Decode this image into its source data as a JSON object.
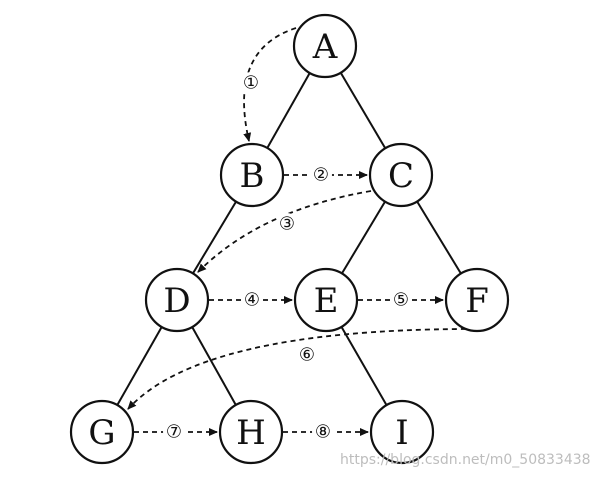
{
  "nodes": [
    {
      "id": "A",
      "label": "A"
    },
    {
      "id": "B",
      "label": "B"
    },
    {
      "id": "C",
      "label": "C"
    },
    {
      "id": "D",
      "label": "D"
    },
    {
      "id": "E",
      "label": "E"
    },
    {
      "id": "F",
      "label": "F"
    },
    {
      "id": "G",
      "label": "G"
    },
    {
      "id": "H",
      "label": "H"
    },
    {
      "id": "I",
      "label": "I"
    }
  ],
  "edges": [
    {
      "from": "A",
      "to": "B"
    },
    {
      "from": "A",
      "to": "C"
    },
    {
      "from": "B",
      "to": "D"
    },
    {
      "from": "C",
      "to": "E"
    },
    {
      "from": "C",
      "to": "F"
    },
    {
      "from": "D",
      "to": "G"
    },
    {
      "from": "D",
      "to": "H"
    },
    {
      "from": "E",
      "to": "I"
    }
  ],
  "traversal": [
    {
      "step": "①",
      "from": "A",
      "to": "B"
    },
    {
      "step": "②",
      "from": "B",
      "to": "C"
    },
    {
      "step": "③",
      "from": "C",
      "to": "D"
    },
    {
      "step": "④",
      "from": "D",
      "to": "E"
    },
    {
      "step": "⑤",
      "from": "E",
      "to": "F"
    },
    {
      "step": "⑥",
      "from": "F",
      "to": "G"
    },
    {
      "step": "⑦",
      "from": "G",
      "to": "H"
    },
    {
      "step": "⑧",
      "from": "H",
      "to": "I"
    }
  ],
  "watermark": "https://blog.csdn.net/m0_50833438"
}
